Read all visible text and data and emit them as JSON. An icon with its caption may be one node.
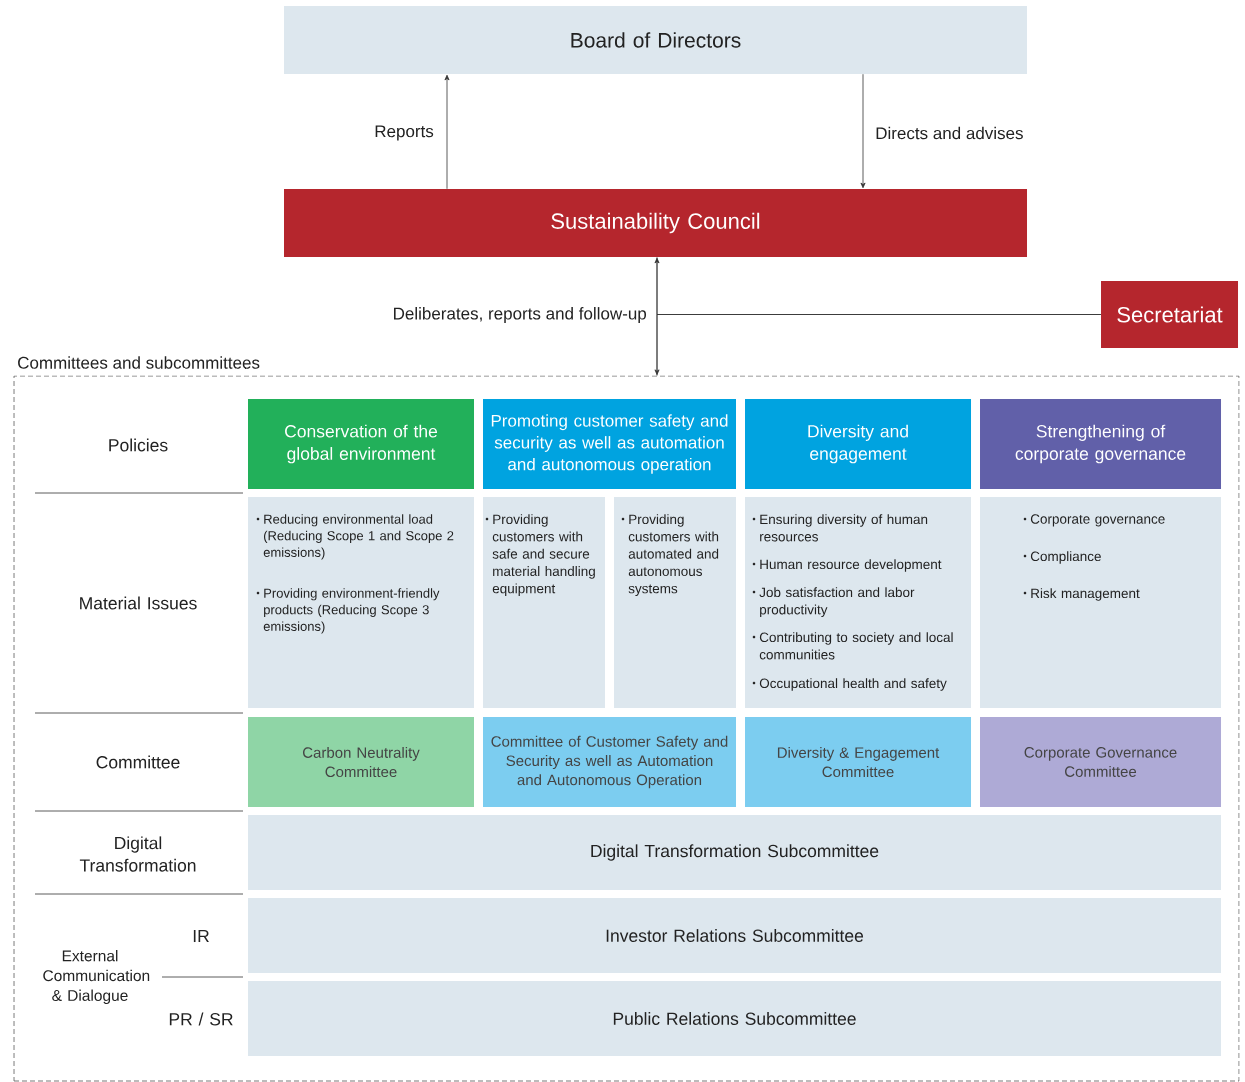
{
  "diagram": {
    "nodes": [
      {
        "text": [
          "Board of Directors"
        ]
      },
      {
        "text": [
          "Sustainability Council"
        ]
      },
      {
        "text": [
          "Secretariat"
        ]
      },
      {
        "text": [
          "Committees and subcommittees"
        ]
      },
      {
        "text": [
          "Conservation of the global environment"
        ],
        "in": 3
      },
      {
        "text": [
          "Promoting customer safety and security as well as automation and autonomous operation"
        ],
        "in": 3
      },
      {
        "text": [
          "Diversity and engagement"
        ],
        "in": 3
      },
      {
        "text": [
          "Strengthening of corporate governance"
        ],
        "in": 3
      },
      {
        "text": [
          "Reducing environmental load (Reducing Scope 1 and Scope 2 emissions)",
          "Providing environment-friendly products (Reducing Scope 3 emissions)"
        ],
        "in": 3
      },
      {
        "text": [
          "Providing customers with safe and secure material handling equipment"
        ],
        "in": 3
      },
      {
        "text": [
          "Providing customers with automated and autonomous systems"
        ],
        "in": 3
      },
      {
        "text": [
          "Ensuring diversity of human resources",
          "Human resource development",
          "Job satisfaction and labor productivity",
          "Contributing to society and local communities",
          "Occupational health and safety"
        ],
        "in": 3
      },
      {
        "text": [
          "Corporate governance",
          "Compliance",
          "Risk management"
        ],
        "in": 3
      },
      {
        "text": [
          "Carbon Neutrality Committee"
        ],
        "in": 3
      },
      {
        "text": [
          "Committee of Customer Safety and Security as well as Automation and Autonomous Operation"
        ],
        "in": 3
      },
      {
        "text": [
          "Diversity & Engagement Committee"
        ],
        "in": 3
      },
      {
        "text": [
          "Corporate Governance Committee"
        ],
        "in": 3
      },
      {
        "text": [
          "Digital Transformation Subcommittee"
        ],
        "in": 3
      },
      {
        "text": [
          "Investor Relations Subcommittee"
        ],
        "in": 3
      },
      {
        "text": [
          "Public Relations Subcommittee"
        ],
        "in": 3
      }
    ],
    "edges": [
      {
        "from": 1,
        "to": 0,
        "arrow": "to",
        "label": "Reports"
      },
      {
        "from": 0,
        "to": 1,
        "arrow": "to",
        "label": "Directs and advises"
      },
      {
        "from": 1,
        "to": 3,
        "arrow": "both",
        "label": "Deliberates, reports and follow-up"
      },
      {
        "from": 2,
        "to": 1,
        "arrow": "none"
      },
      {
        "from": 2,
        "to": 3,
        "arrow": "none"
      }
    ],
    "labels": [
      "Policies",
      "Material Issues",
      "Committee",
      "Digital Transformation",
      "External Communication & Dialogue",
      "IR",
      "PR / SR"
    ]
  }
}
